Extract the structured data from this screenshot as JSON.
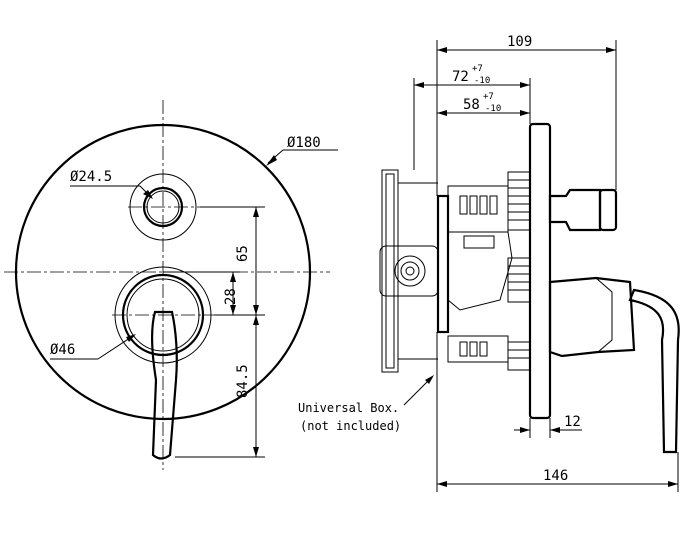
{
  "dimensions": {
    "plate_diameter": "Ø180",
    "outlet_diameter": "Ø24.5",
    "handle_base_diameter": "Ø46",
    "outlet_to_handle": "65",
    "handle_offset": "28",
    "handle_to_bottom": "84.5",
    "depth_total": "109",
    "depth_box_max": "72",
    "depth_box_max_tol": "+7",
    "depth_box_max_tol_low": "-10",
    "depth_box_min": "58",
    "depth_box_min_tol": "+7",
    "depth_box_min_tol_low": "-10",
    "plate_thickness": "12",
    "overall_projection": "146"
  },
  "notes": {
    "box_line1": "Universal Box.",
    "box_line2": "(not included)"
  }
}
